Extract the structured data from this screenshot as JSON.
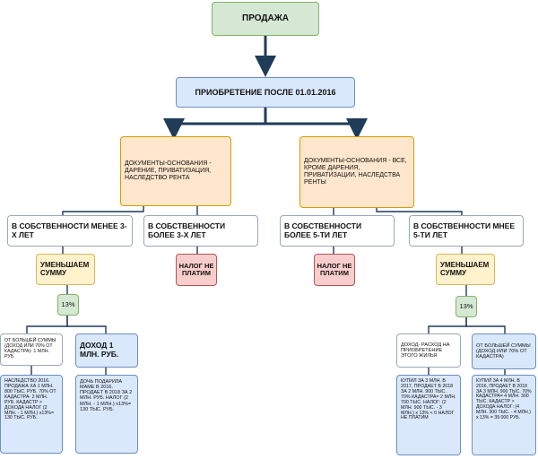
{
  "nodes": {
    "root": "ПРОДАЖА",
    "acquisition": "ПРИОБРЕТЕНИЕ ПОСЛЕ 01.01.2016",
    "docs_left": "ДОКУМЕНТЫ-ОСНОВАНИЯ - ДАРЕНИЕ, ПРИВАТИЗАЦИЯ, НАСЛЕДСТВО РЕНТА",
    "docs_right": "ДОКУМЕНТЫ-ОСНОВАНИЯ - ВСЕ, КРОМЕ ДАРЕНИЯ, ПРИВАТИЗАЦИИ, НАСЛЕДСТВА РЕНТЫ",
    "own_less_3": "В СОБСТВЕННОСТИ МЕНЕЕ 3-Х ЛЕТ",
    "own_more_3": "В СОБСТВЕННОСТИ БОЛЕЕ 3-Х ЛЕТ",
    "own_more_5": "В СОБСТВЕННОСТИ БОЛЕЕ 5-ТИ ЛЕТ",
    "own_less_5": "В СОБСТВЕННОСТИ МНЕЕ 5-ТИ ЛЕТ",
    "reduce_left": "УМЕНЬШАЕМ СУММУ",
    "reduce_right": "УМЕНЬШАЕМ СУММУ",
    "no_tax_left": "НАЛОГ НЕ ПЛАТИМ",
    "no_tax_right": "НАЛОГ НЕ ПЛАТИМ",
    "pct_left": "13%",
    "pct_right": "13%",
    "larger_sum_left": "ОТ БОЛЬШЕЙ СУММЫ (ДОХОД ИЛИ 70% ОТ КАДАСТРА)- 1 МЛН. РУБ.",
    "income_1m": "ДОХОД 1 МЛН. РУБ.",
    "income_minus_expense": "ДОХОД- РАСХОД НА ПРИОБРЕТЕНИЕ ЭТОГО ЖИЛЬЯ",
    "larger_sum_right": "ОТ БОЛЬШЕЙ СУММЫ (ДОХОД ИЛИ 70% ОТ КАДАСТРА)",
    "example_inheritance": "НАСЛЕДСТВО 2016. ПРОДАЖА ХА 1 МЛН. 800 ТЫС. РУБ. 70% ОТ КАДАСТРА- 2 МЛН. РУБ. КАДАСТР > ДОХОДА НАЛОГ (2 МЛН. - 1 МЛН.) х13%= 130 ТЫС. РУБ.",
    "example_gift": "ДОЧЬ ПОДАРИЛА МАМЕ В 2016. ПРОДАЕТ В 2018 ЗА 2 МЛН. РУБ. НАЛОГ (2 МЛН. - 1 МЛН.) х13%= 130 ТЫС. РУБ.",
    "example_bought_3m": "КУПИЛ ЗА 3 МЛН. В 2017, ПРОДАЕТ В 2018 ЗА 2 МЛН. 900 ТЫС. 70% КАДАСТРА= 2 МЛН. 700 ТЫС. НАЛОГ: (2 МЛН. 900 ТЫС. - 3 МЛН.) х 13% < 0 НАЛОГ НЕ ПЛАТИМ",
    "example_bought_4m": "КУПИЛ ЗА 4 МЛН. В 2016, ПРОДАЕТ В 2018 ЗА 3 МЛН. 900 ТЫС. 70% КАДАСТРА= 4 МЛН. 300 ТЫС. КАДАСТР > ДОХОДА НАЛОГ: (4 МЛН. 300 ТЫС. - 4 МЛН.) х 13% = 39 000 РУБ."
  },
  "colors": {
    "edge": "#1f3c58",
    "green": "#d5e8d4",
    "blue": "#dae8fc",
    "orange": "#ffe6cc",
    "yellow": "#fff2cc",
    "red": "#f8cecc"
  }
}
